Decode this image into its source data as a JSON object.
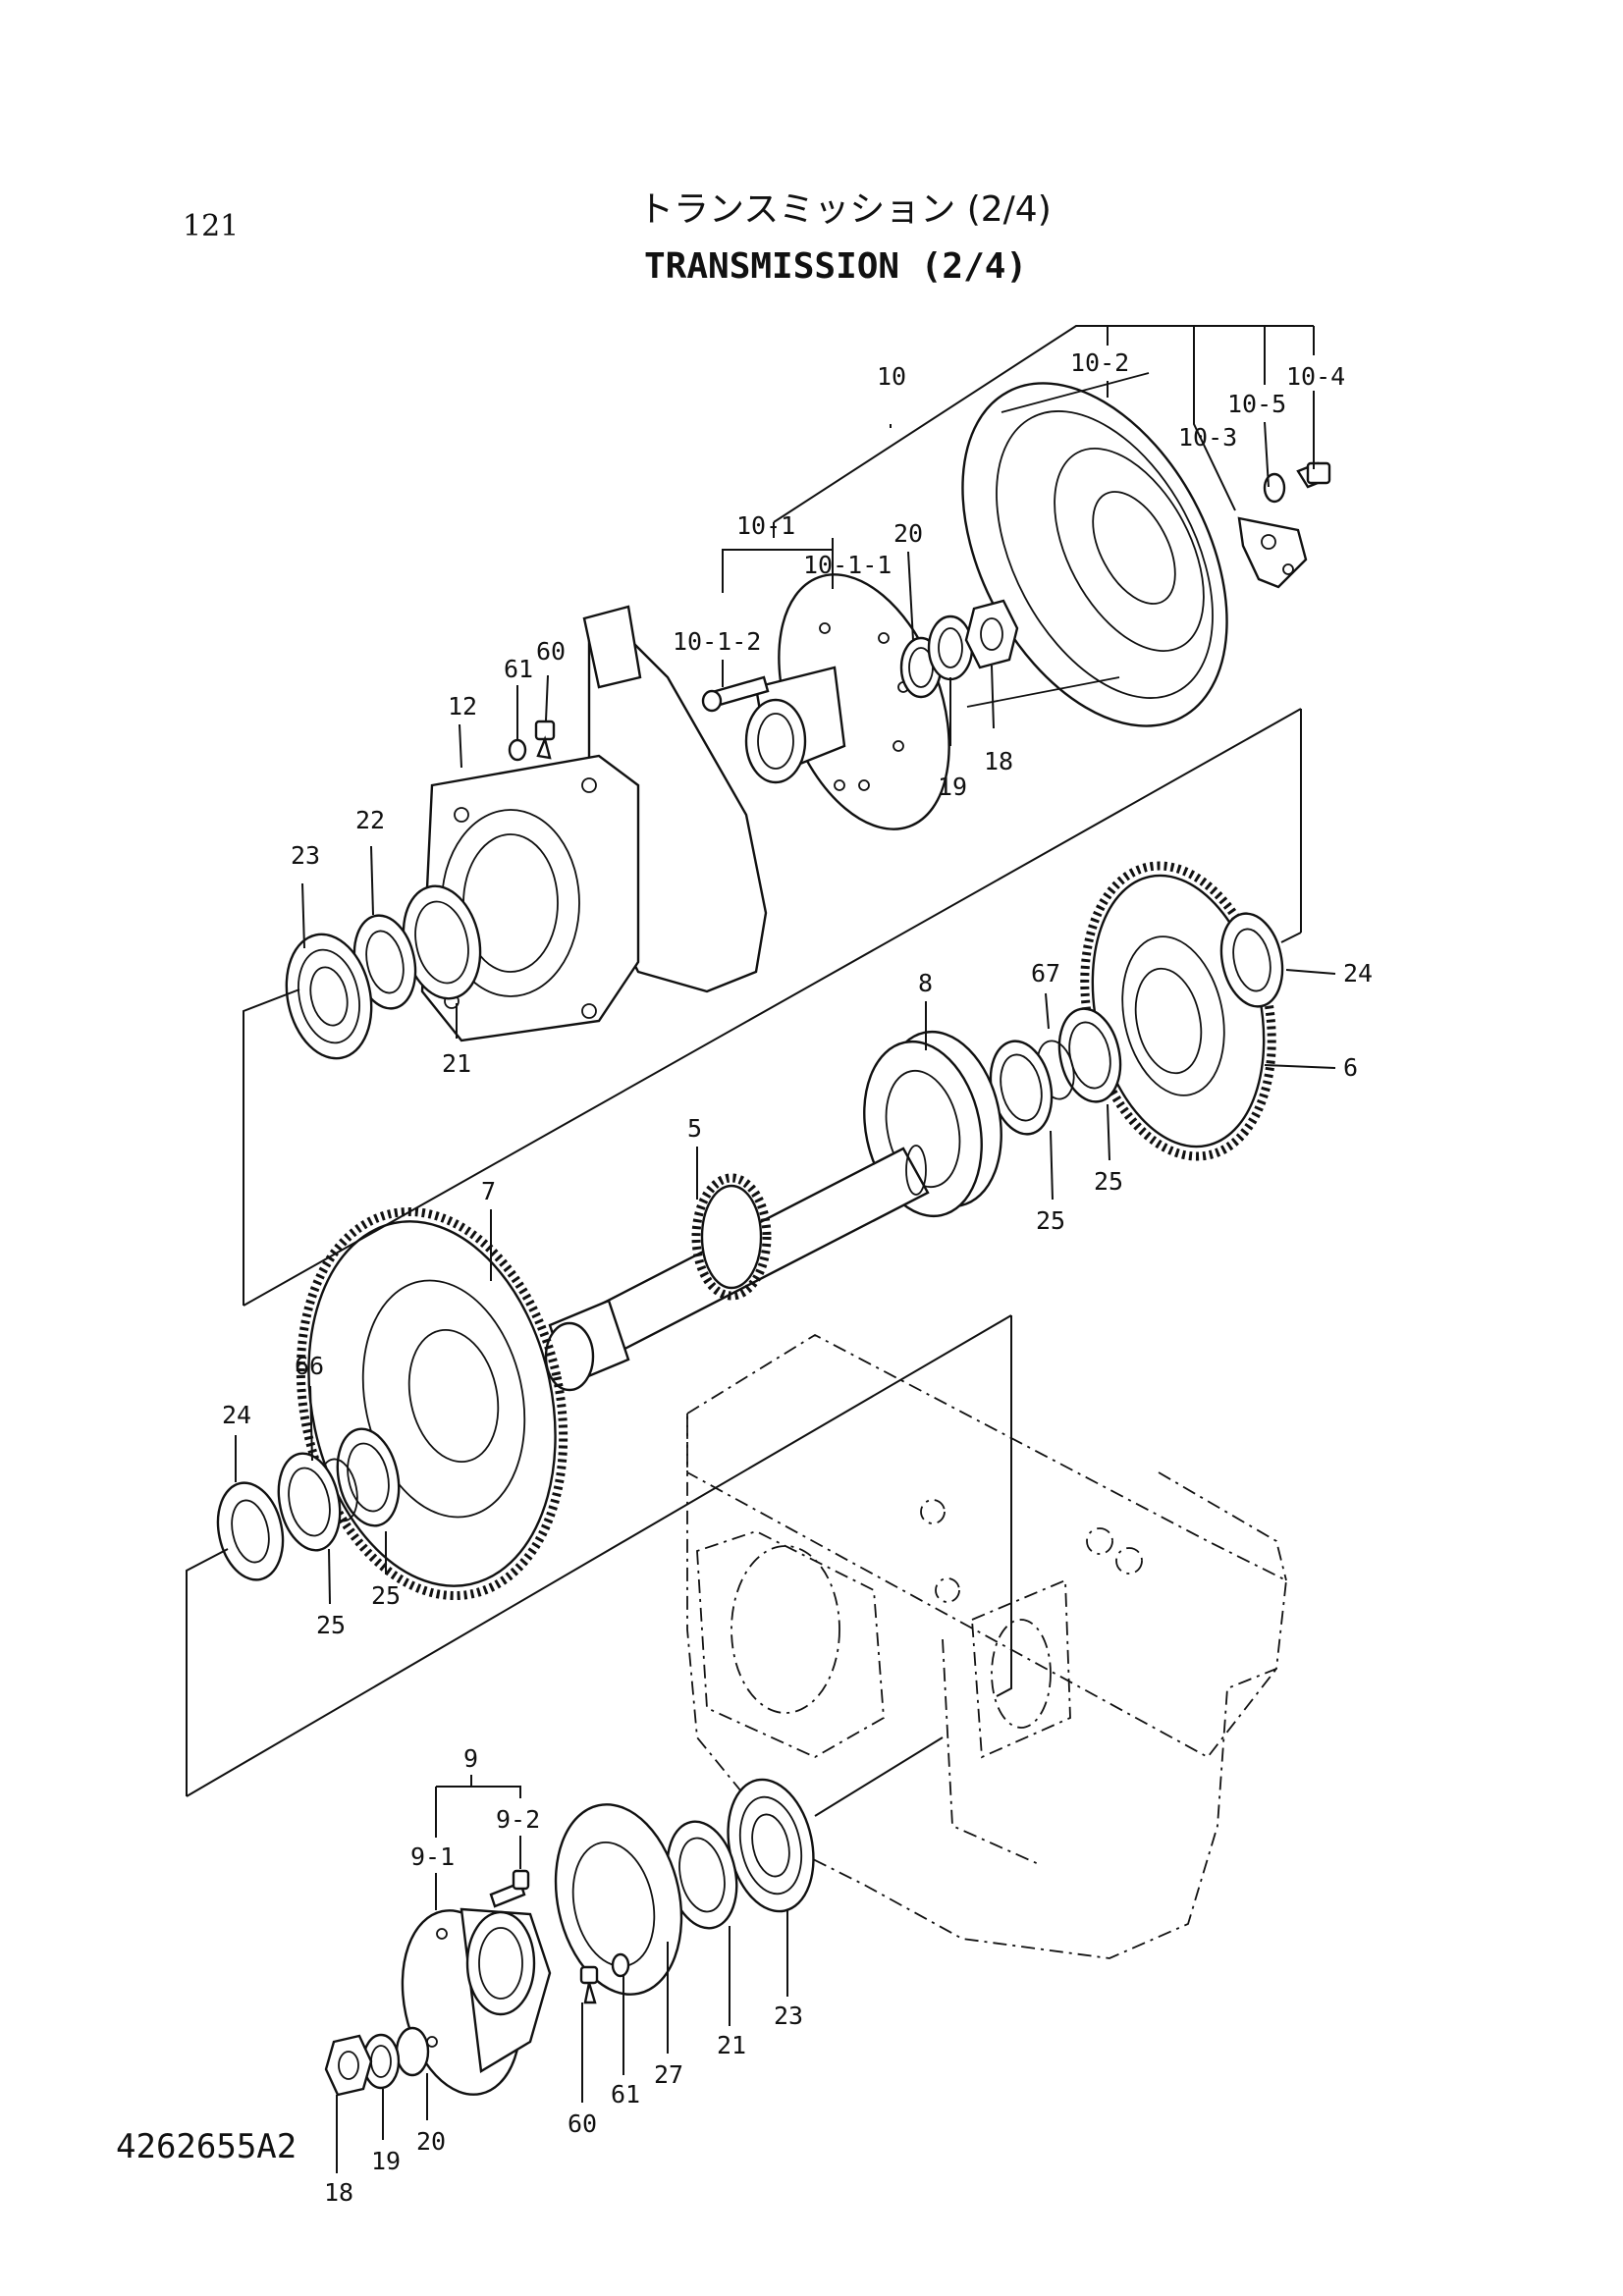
{
  "page_number": "121",
  "title_jp": "トランスミッション (2/4)",
  "title_en": "TRANSMISSION (2/4)",
  "drawing_code": "4262655A2",
  "callouts": {
    "p10": "10",
    "p10_1": "10-1",
    "p10_1_1": "10-1-1",
    "p10_1_2": "10-1-2",
    "p10_2": "10-2",
    "p10_3": "10-3",
    "p10_4": "10-4",
    "p10_5": "10-5",
    "p20_top": "20",
    "p19_top": "19",
    "p18_top": "18",
    "p12": "12",
    "p61_top": "61",
    "p60_top": "60",
    "p22": "22",
    "p23_top": "23",
    "p21_top": "21",
    "p24_right": "24",
    "p6": "6",
    "p67": "67",
    "p8": "8",
    "p25_right_a": "25",
    "p25_right_b": "25",
    "p5": "5",
    "p7": "7",
    "p66": "66",
    "p24_left": "24",
    "p25_left_a": "25",
    "p25_left_b": "25",
    "p9": "9",
    "p9_1": "9-1",
    "p9_2": "9-2",
    "p27": "27",
    "p21_bottom": "21",
    "p23_bottom": "23",
    "p60_bottom": "60",
    "p61_bottom": "61",
    "p20_bottom": "20",
    "p19_bottom": "19",
    "p18_bottom": "18"
  }
}
